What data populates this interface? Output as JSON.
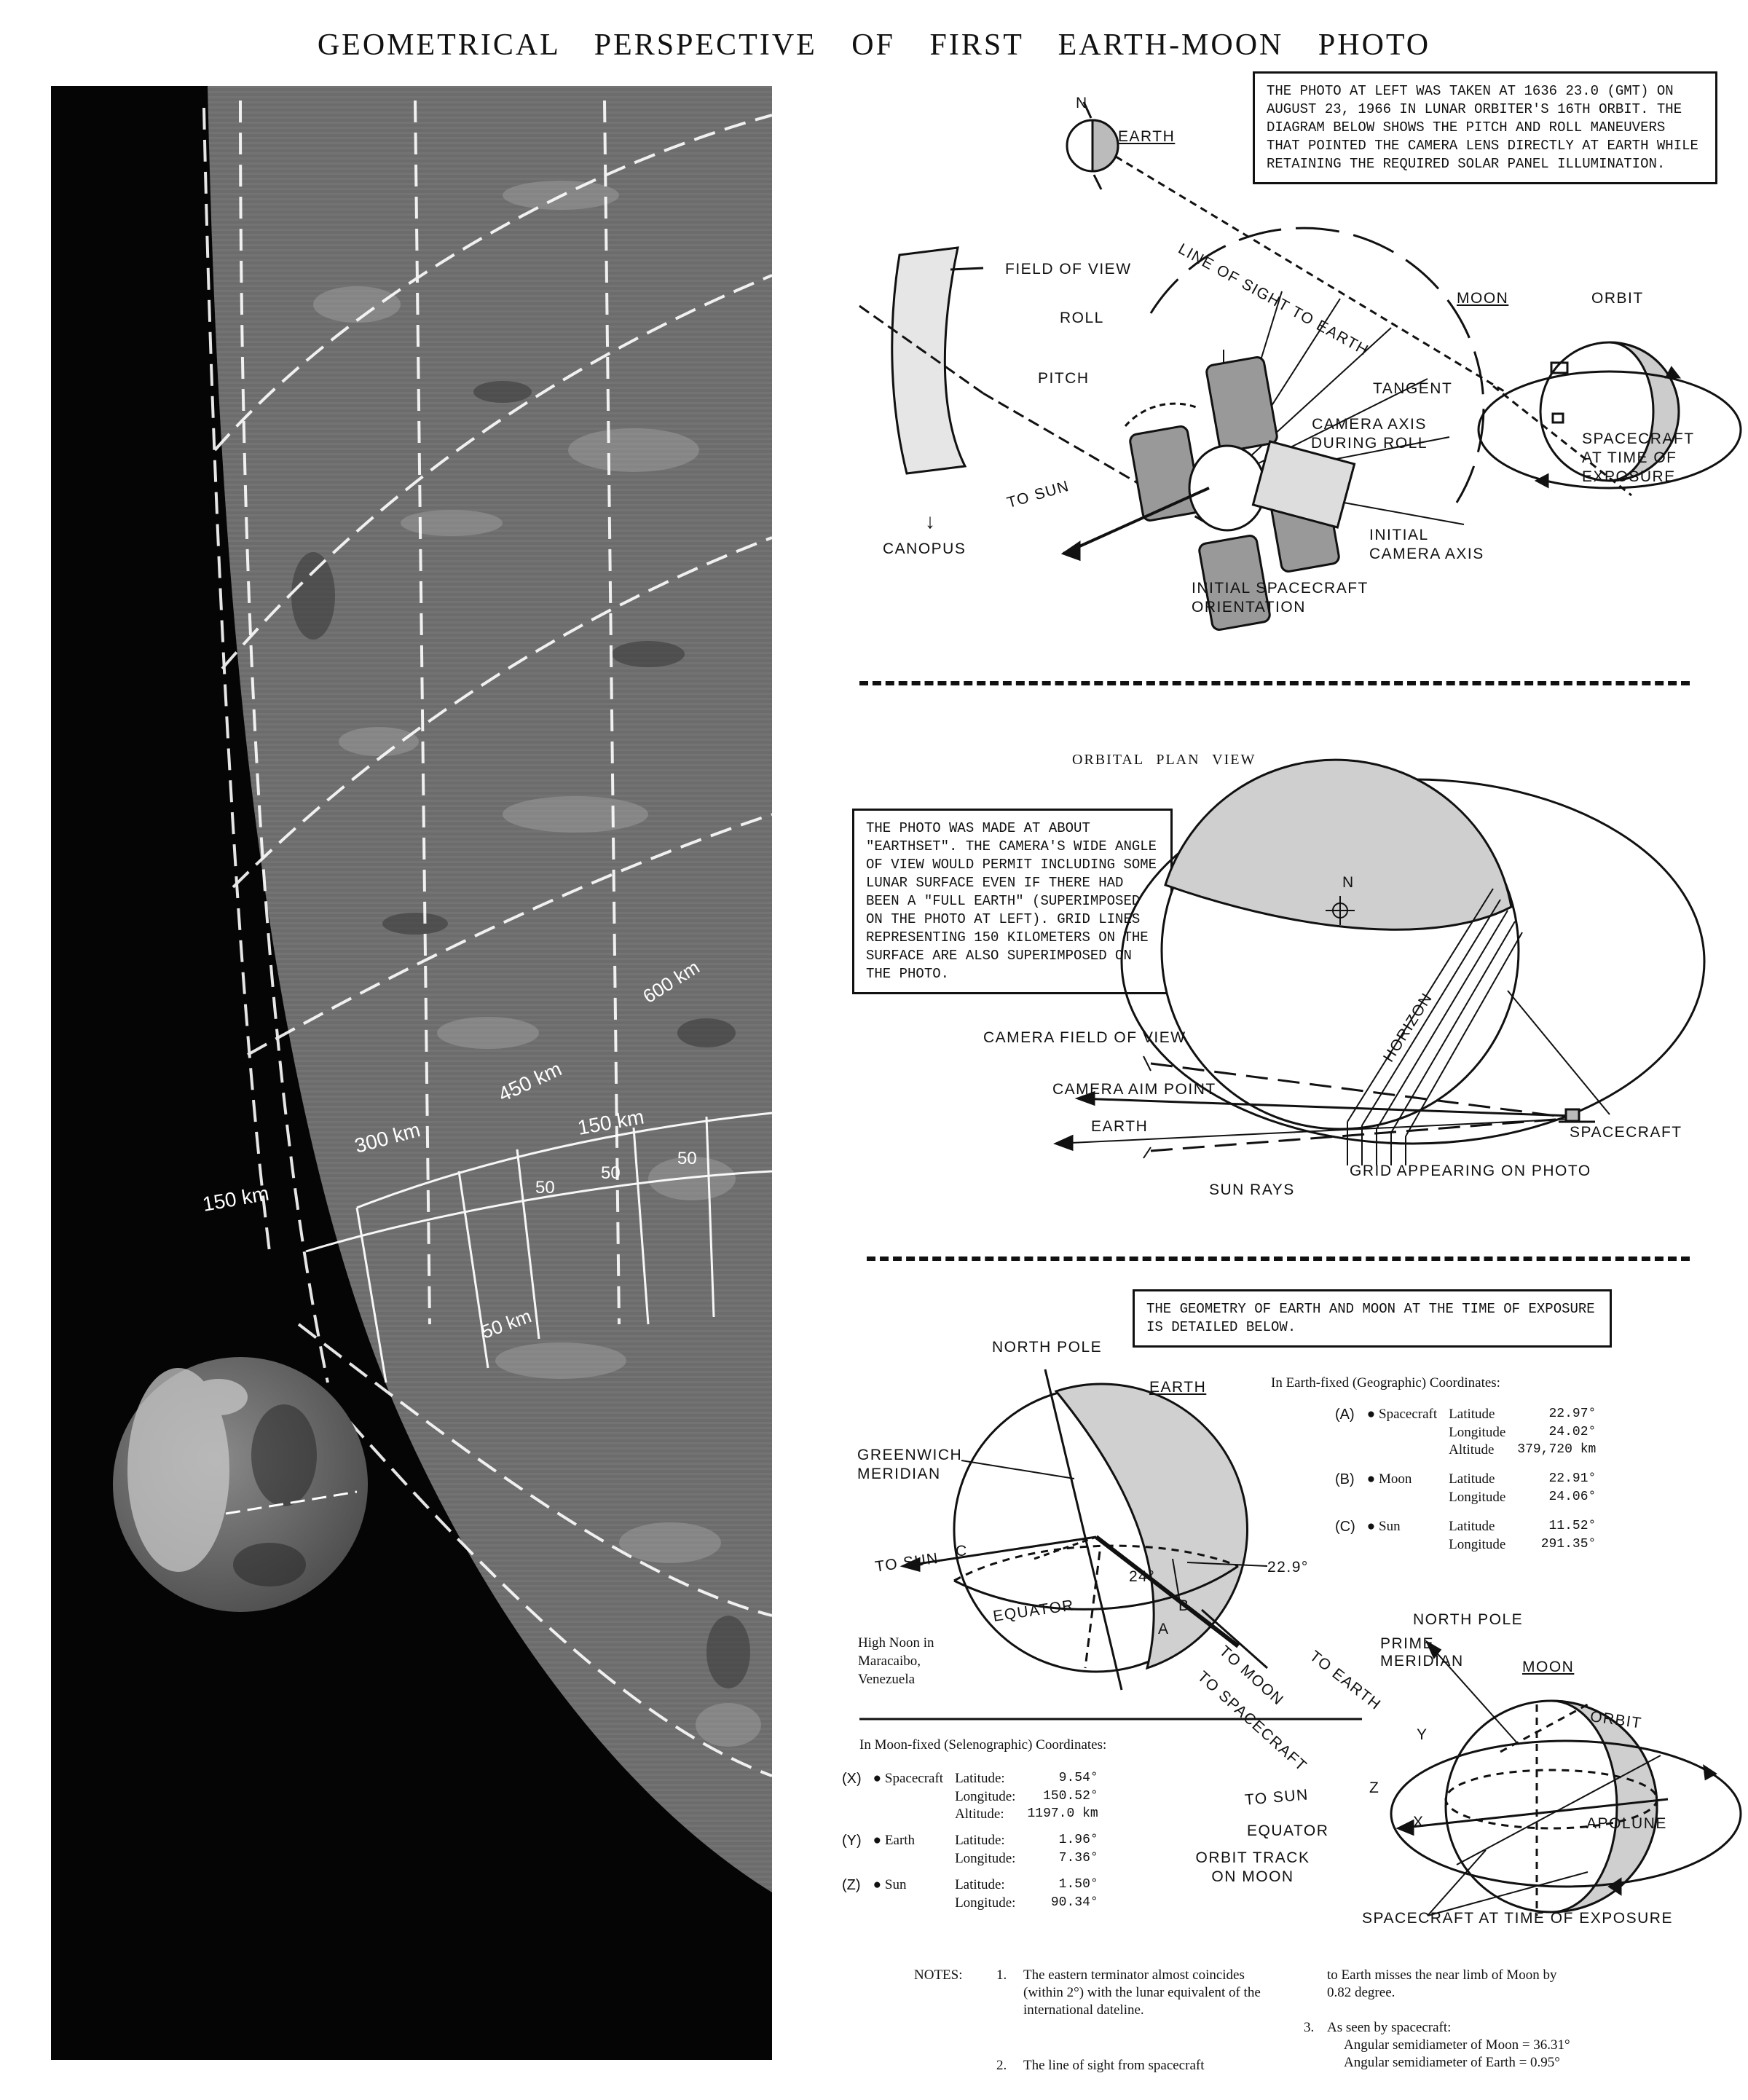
{
  "title": "GEOMETRICAL PERSPECTIVE OF FIRST EARTH-MOON PHOTO",
  "photo": {
    "grid_labels": [
      "600 km",
      "450 km",
      "300 km",
      "150 km",
      "150 km",
      "50",
      "50",
      "50",
      "50 km"
    ]
  },
  "top_diagram": {
    "info_box": "THE PHOTO AT LEFT WAS TAKEN AT 1636 23.0 (GMT) ON AUGUST 23, 1966 IN LUNAR ORBITER'S 16TH ORBIT. THE DIAGRAM BELOW SHOWS THE PITCH AND ROLL MANEUVERS THAT POINTED THE CAMERA LENS DIRECTLY AT EARTH WHILE RETAINING THE REQUIRED SOLAR PANEL ILLUMINATION.",
    "labels": {
      "n": "N",
      "earth": "EARTH",
      "line_of_sight": "LINE OF SIGHT TO EARTH",
      "field_of_view": "FIELD OF VIEW",
      "roll": "ROLL",
      "pitch": "PITCH",
      "to_sun": "TO SUN",
      "canopus": "CANOPUS",
      "camera_axis_roll": "CAMERA AXIS DURING ROLL",
      "initial_camera_axis": "INITIAL CAMERA AXIS",
      "initial_orientation": "INITIAL SPACECRAFT ORIENTATION",
      "moon": "MOON",
      "orbit": "ORBIT",
      "tangent": "TANGENT",
      "spacecraft_exposure": "SPACECRAFT AT TIME OF EXPOSURE"
    }
  },
  "mid_diagram": {
    "heading": "ORBITAL PLAN VIEW",
    "info_box": "THE PHOTO WAS MADE AT ABOUT \"EARTHSET\". THE CAMERA'S WIDE ANGLE OF VIEW WOULD PERMIT INCLUDING SOME LUNAR SURFACE EVEN IF THERE HAD BEEN A \"FULL EARTH\" (SUPERIMPOSED ON THE PHOTO AT LEFT). GRID LINES REPRESENTING 150 KILOMETERS ON THE SURFACE ARE ALSO SUPERIMPOSED ON THE PHOTO.",
    "labels": {
      "n": "N",
      "horizon": "HORIZON",
      "camera_fov": "CAMERA FIELD OF VIEW",
      "camera_aim": "CAMERA AIM POINT",
      "earth": "EARTH",
      "sun_rays": "SUN RAYS",
      "grid": "GRID APPEARING ON PHOTO",
      "spacecraft": "SPACECRAFT"
    }
  },
  "bottom_diagram": {
    "info_box": "THE GEOMETRY OF EARTH AND MOON AT THE TIME OF EXPOSURE IS DETAILED BELOW.",
    "earth_labels": {
      "north_pole": "NORTH POLE",
      "earth": "EARTH",
      "greenwich": "GREENWICH MERIDIAN",
      "to_sun": "TO SUN",
      "c": "C",
      "deg24": "24°",
      "deg229": "22.9°",
      "equator": "EQUATOR",
      "b": "B",
      "a": "A",
      "to_moon": "TO MOON",
      "to_spacecraft": "TO SPACECRAFT",
      "high_noon": "High Noon in Maracaibo, Venezuela"
    },
    "earth_coords": {
      "heading": "In Earth-fixed (Geographic) Coordinates:",
      "rows": [
        {
          "key": "(A)",
          "name": "Spacecraft",
          "fields": [
            [
              "Latitude",
              "22.97°"
            ],
            [
              "Longitude",
              "24.02°"
            ],
            [
              "Altitude",
              "379,720 km"
            ]
          ]
        },
        {
          "key": "(B)",
          "name": "Moon",
          "fields": [
            [
              "Latitude",
              "22.91°"
            ],
            [
              "Longitude",
              "24.06°"
            ]
          ]
        },
        {
          "key": "(C)",
          "name": "Sun",
          "fields": [
            [
              "Latitude",
              "11.52°"
            ],
            [
              "Longitude",
              "291.35°"
            ]
          ]
        }
      ]
    },
    "moon_coords": {
      "heading": "In Moon-fixed (Selenographic) Coordinates:",
      "rows": [
        {
          "key": "(X)",
          "name": "Spacecraft",
          "fields": [
            [
              "Latitude:",
              "9.54°"
            ],
            [
              "Longitude:",
              "150.52°"
            ],
            [
              "Altitude:",
              "1197.0 km"
            ]
          ]
        },
        {
          "key": "(Y)",
          "name": "Earth",
          "fields": [
            [
              "Latitude:",
              "1.96°"
            ],
            [
              "Longitude:",
              "7.36°"
            ]
          ]
        },
        {
          "key": "(Z)",
          "name": "Sun",
          "fields": [
            [
              "Latitude:",
              "1.50°"
            ],
            [
              "Longitude:",
              "90.34°"
            ]
          ]
        }
      ]
    },
    "moon_labels": {
      "north_pole": "NORTH POLE",
      "prime_meridian": "PRIME MERIDIAN",
      "moon": "MOON",
      "to_earth": "TO EARTH",
      "orbit": "ORBIT",
      "y": "Y",
      "z": "Z",
      "x": "X",
      "to_sun": "TO SUN",
      "equator": "EQUATOR",
      "orbit_track": "ORBIT TRACK ON MOON",
      "apolune": "APOLUNE",
      "spacecraft_exposure": "SPACECRAFT AT TIME OF EXPOSURE"
    }
  },
  "notes": {
    "label": "NOTES:",
    "n1_num": "1.",
    "n1": "The eastern terminator almost coincides (within 2°) with the lunar equivalent of the international dateline.",
    "n2_num": "2.",
    "n2a": "The line of sight from spacecraft",
    "n2b": "to Earth misses the near limb of Moon by 0.82 degree.",
    "n3_num": "3.",
    "n3": "As seen by spacecraft:",
    "n3a": "Angular semidiameter of Moon = 36.31°",
    "n3b": "Angular semidiameter of Earth = 0.95°"
  }
}
